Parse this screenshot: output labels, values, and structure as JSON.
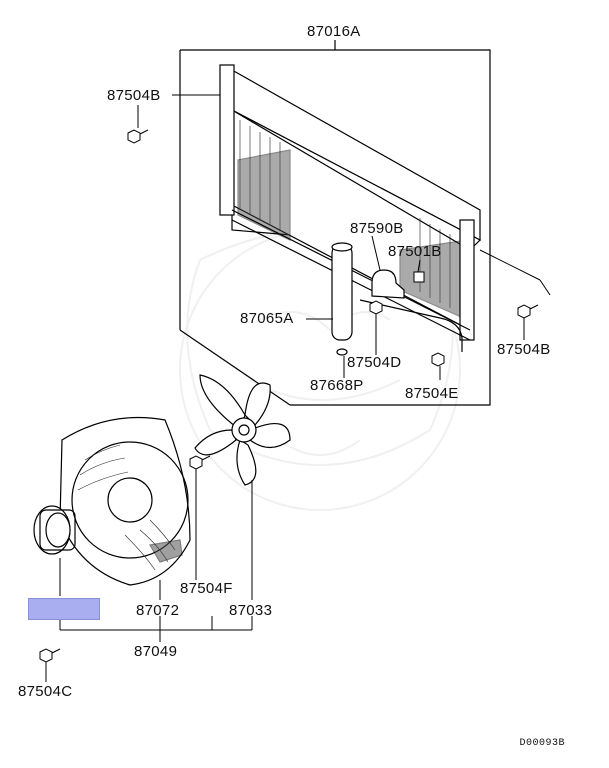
{
  "diagram": {
    "labels": {
      "condenser": "87016A",
      "bolt_top_left": "87504B",
      "bracket": "87590B",
      "clip": "87501B",
      "receiver_drier": "87065A",
      "bolt_d": "87504D",
      "bolt_right": "87504B",
      "oring": "87668P",
      "bolt_e": "87504E",
      "bolt_f": "87504F",
      "shroud": "87072",
      "fan_blade": "87033",
      "fan_assembly": "87049",
      "bolt_c": "87504C"
    },
    "footer_code": "D00093B",
    "highlight_color": "#a8aef0"
  }
}
